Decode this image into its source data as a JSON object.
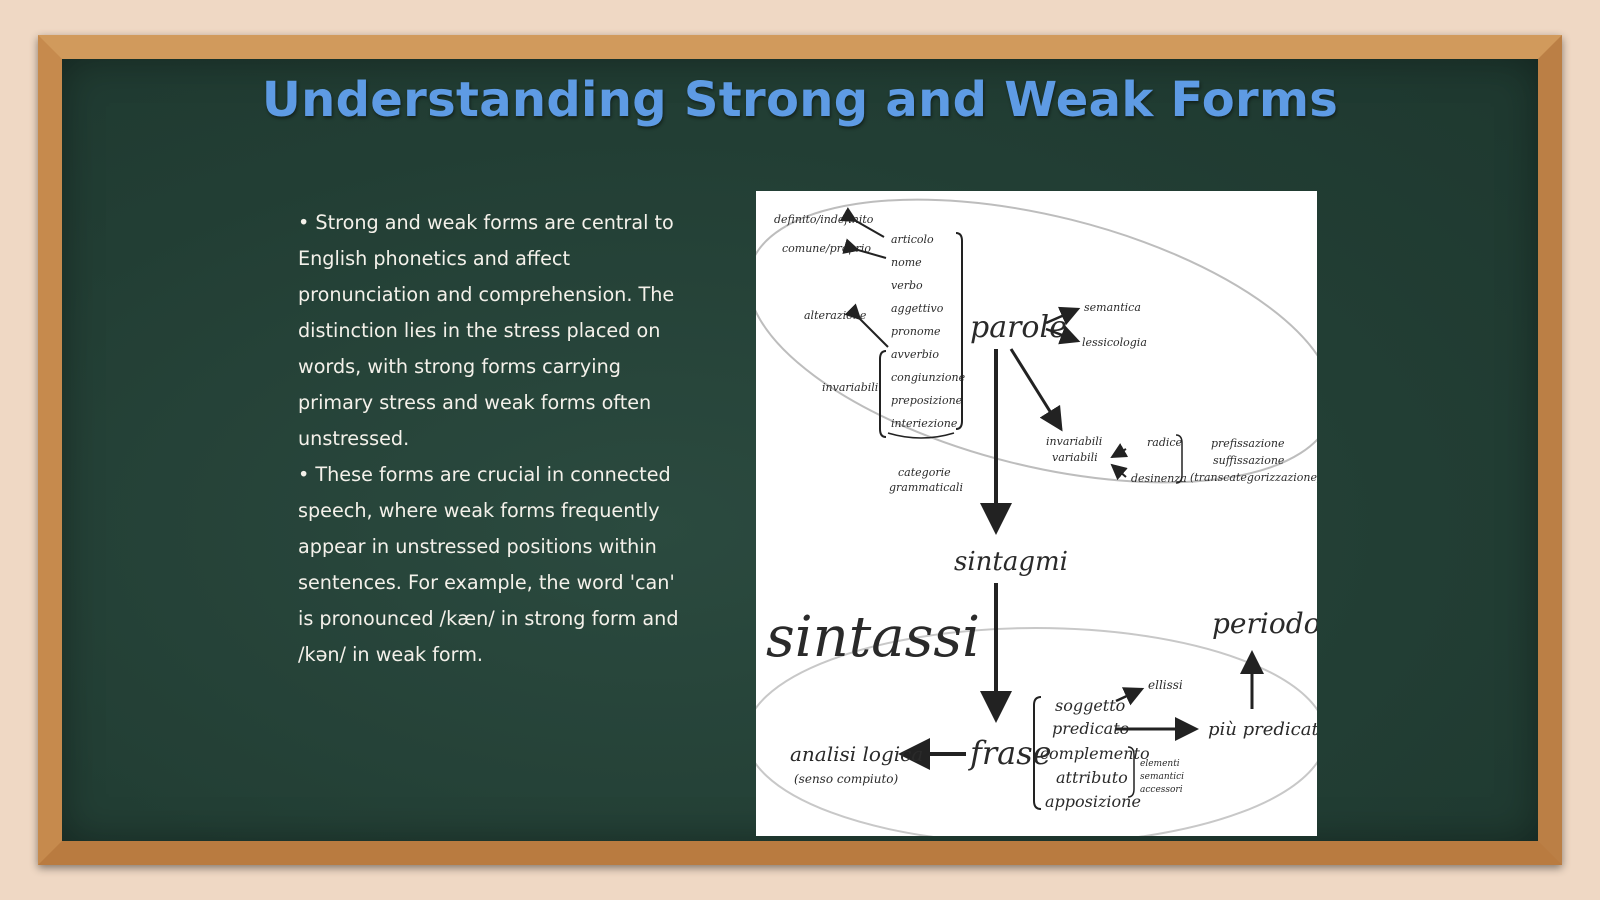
{
  "slide": {
    "title": "Understanding Strong and Weak Forms",
    "bullets": [
      "• Strong and weak forms are central to English phonetics and affect pronunciation and comprehension. The distinction lies in the stress placed on words, with strong forms carrying primary stress and weak forms often unstressed.",
      "• These forms are crucial in connected speech, where weak forms frequently appear in unstressed positions within sentences. For example, the word 'can' is pronounced /kæn/ in strong form and /kən/ in weak form."
    ]
  },
  "diagram": {
    "parole": "parole",
    "sintagmi": "sintagmi",
    "sintassi": "sintassi",
    "frase": "frase",
    "periodo": "periodo",
    "analisi_logica": "analisi logica",
    "senso_compiuto": "(senso compiuto)",
    "piu_predicati": "più predicati",
    "left_top": [
      "definito/indefinito",
      "comune/proprio"
    ],
    "alterazione": "alterazione",
    "invariabili": "invariabili",
    "word_classes": [
      "articolo",
      "nome",
      "verbo",
      "aggettivo",
      "pronome",
      "avverbio",
      "congiunzione",
      "preposizione",
      "interiezione"
    ],
    "categorie": [
      "categorie",
      "grammaticali"
    ],
    "semantica": "semantica",
    "lessicologia": "lessicologia",
    "inv_var": [
      "invariabili",
      "variabili"
    ],
    "radice_desinenza": [
      "radice",
      "desinenza"
    ],
    "morph": [
      "prefissazione",
      "suffissazione",
      "(transcategorizzazione)"
    ],
    "ellissi": "ellissi",
    "frase_parts": [
      "soggetto",
      "predicato",
      "complemento",
      "attributo",
      "apposizione"
    ],
    "elementi": [
      "elementi",
      "semantici",
      "accessori"
    ]
  }
}
